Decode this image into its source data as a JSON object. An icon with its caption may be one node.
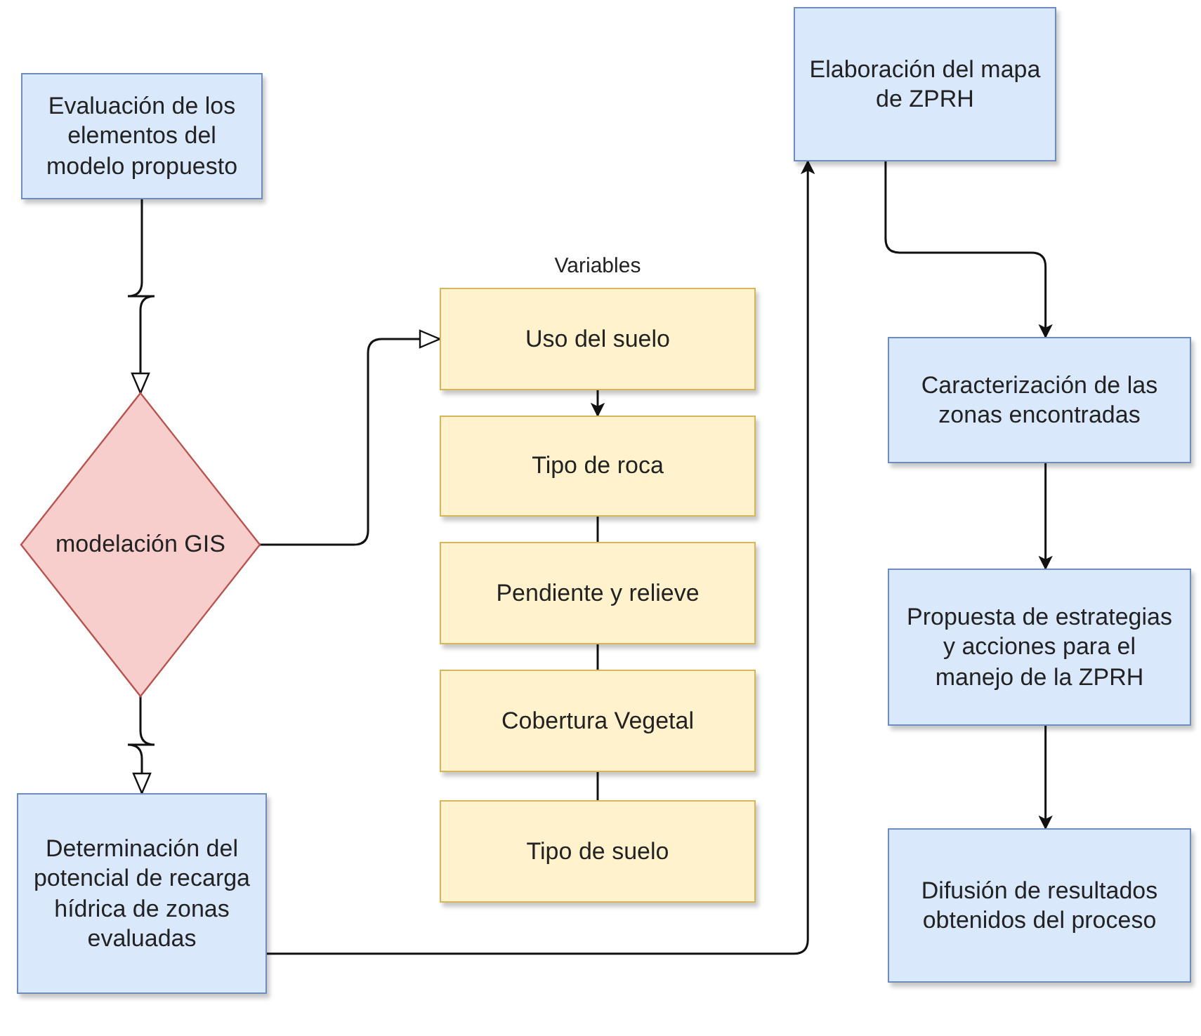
{
  "diagram": {
    "nodes": [
      {
        "text": [
          "Evaluación de los elementos del modelo propuesto"
        ]
      },
      {
        "text": [
          "modelación GIS"
        ]
      },
      {
        "text": [
          "Determinación del potencial de recarga hídrica de zonas evaluadas"
        ]
      },
      {
        "text": [
          "Uso del suelo"
        ],
        "beside": [
          "Variables"
        ]
      },
      {
        "text": [
          "Tipo de roca"
        ]
      },
      {
        "text": [
          "Pendiente y relieve"
        ]
      },
      {
        "text": [
          "Cobertura Vegetal"
        ]
      },
      {
        "text": [
          "Tipo de suelo"
        ]
      },
      {
        "text": [
          "Elaboración del mapa de ZPRH"
        ]
      },
      {
        "text": [
          "Caracterización de las zonas encontradas"
        ]
      },
      {
        "text": [
          "Propuesta de estrategias y acciones para el manejo de la ZPRH"
        ]
      },
      {
        "text": [
          "Difusión de resultados obtenidos del proceso"
        ]
      }
    ],
    "edges": [
      {
        "from": 0,
        "to": 1,
        "arrow": "to"
      },
      {
        "from": 1,
        "to": 3,
        "arrow": "to"
      },
      {
        "from": 3,
        "to": 4,
        "arrow": "to"
      },
      {
        "from": 4,
        "to": 5,
        "arrow": "none"
      },
      {
        "from": 5,
        "to": 6,
        "arrow": "none"
      },
      {
        "from": 6,
        "to": 7,
        "arrow": "none"
      },
      {
        "from": 1,
        "to": 2,
        "arrow": "to"
      },
      {
        "from": 2,
        "to": 8,
        "arrow": "to"
      },
      {
        "from": 8,
        "to": 9,
        "arrow": "to"
      },
      {
        "from": 9,
        "to": 10,
        "arrow": "to"
      },
      {
        "from": 10,
        "to": 11,
        "arrow": "to"
      }
    ]
  }
}
